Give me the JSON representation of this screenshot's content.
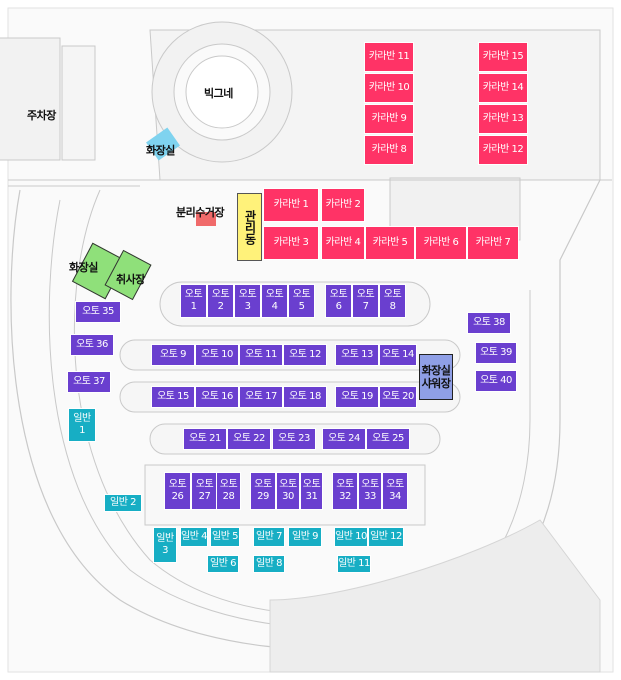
{
  "colors": {
    "caravan": "#ff3366",
    "auto": "#6a3fcf",
    "general": "#17aec4",
    "admin": "#fff27a",
    "shower": "#8f9fe6",
    "toilet_green": "#8fe07a",
    "toilet_blue": "#7fd3ef",
    "recycle": "#f06a6a"
  },
  "labels": {
    "parking": "주차장",
    "big_tent": "빅그네",
    "toilet_top": "화장실",
    "recycle": "분리수거장",
    "admin": "관리동",
    "toilet_left": "화장실",
    "cooking": "취사장",
    "shower": "화장실\n샤워장"
  },
  "sites": {
    "caravan": [
      "카라반 1",
      "카라반 2",
      "카라반 3",
      "카라반 4",
      "카라반 5",
      "카라반 6",
      "카라반 7",
      "카라반 8",
      "카라반 9",
      "카라반 10",
      "카라반 11",
      "카라반 12",
      "카라반 13",
      "카라반 14",
      "카라반 15"
    ],
    "auto": [
      "오토\n1",
      "오토\n2",
      "오토\n3",
      "오토\n4",
      "오토\n5",
      "오토\n6",
      "오토\n7",
      "오토\n8",
      "오토 9",
      "오토 10",
      "오토 11",
      "오토 12",
      "오토 13",
      "오토 14",
      "오토 15",
      "오토 16",
      "오토 17",
      "오토 18",
      "오토 19",
      "오토 20",
      "오토 21",
      "오토 22",
      "오토 23",
      "오토 24",
      "오토 25",
      "오토\n26",
      "오토\n27",
      "오토\n28",
      "오토\n29",
      "오토\n30",
      "오토\n31",
      "오토\n32",
      "오토\n33",
      "오토\n34",
      "오토 35",
      "오토 36",
      "오토 37",
      "오토 38",
      "오토 39",
      "오토 40"
    ],
    "general": [
      "일반\n1",
      "일반 2",
      "일반\n3",
      "일반 4",
      "일반 5",
      "일반 6",
      "일반 7",
      "일반 8",
      "일반 9",
      "일반 10",
      "일반 11",
      "일반 12"
    ]
  }
}
